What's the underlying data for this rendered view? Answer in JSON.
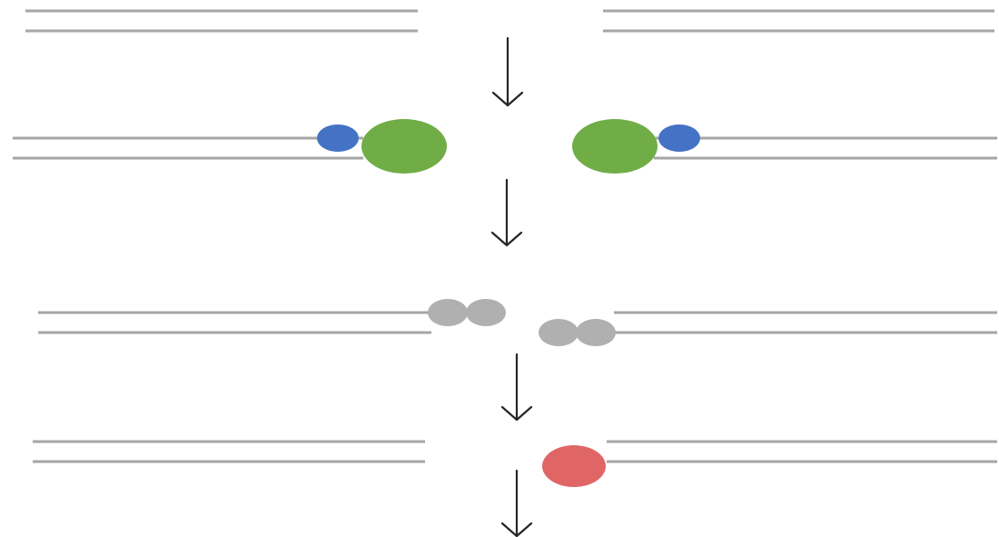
{
  "colors": {
    "background": "#ffffff",
    "dna_strand": "#a6a6a6",
    "arrow": "#262626",
    "blue_protein": "#4472c4",
    "green_protein": "#70ad47",
    "grey_protein": "#b0b0b0",
    "red_protein": "#e06666"
  },
  "stages": [
    {
      "name": "broken-dna-ends",
      "proteins": []
    },
    {
      "name": "end-binding",
      "proteins": [
        "blue",
        "green"
      ]
    },
    {
      "name": "end-processing",
      "proteins": [
        "grey",
        "grey"
      ]
    },
    {
      "name": "ligation",
      "proteins": [
        "red"
      ]
    }
  ]
}
